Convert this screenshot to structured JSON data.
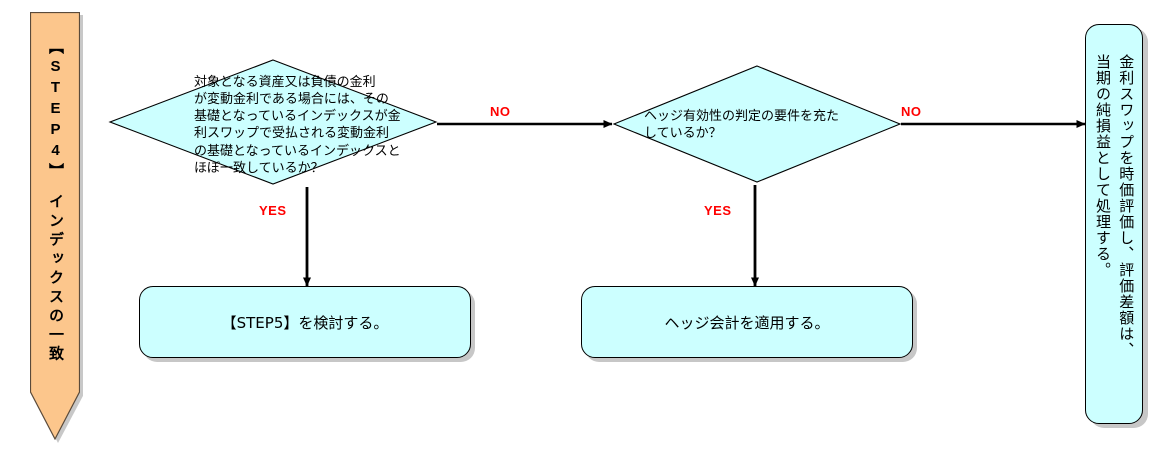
{
  "diagram": {
    "title_banner": {
      "label": "【STEP4】　インデックスの一致",
      "color": "#fcc68c"
    },
    "decisions": [
      {
        "id": "decision-index-match",
        "text": "対象となる資産又は負債の金利\nが変動金利である場合には、その\n基礎となっているインデックスが金\n利スワップで受払される変動金利\nの基礎となっているインデックスと\nほぼ一致しているか？",
        "fill": "#ccffff"
      },
      {
        "id": "decision-hedge-effectiveness",
        "text": "ヘッジ有効性の判定の要件を充た\nしているか？",
        "fill": "#ccffff"
      }
    ],
    "outcomes": [
      {
        "id": "outcome-step5",
        "text": "【STEP5】を検討する。",
        "fill": "#ccffff"
      },
      {
        "id": "outcome-hedge-accounting",
        "text": "ヘッジ会計を適用する。",
        "fill": "#ccffff"
      },
      {
        "id": "outcome-fair-value",
        "text": "金利スワップを時価評価し、評価差額は、\n当期の純損益として処理する。",
        "fill": "#ccffff"
      }
    ],
    "connectors": [
      {
        "id": "no-1",
        "label": "NO",
        "color": "#ff0000"
      },
      {
        "id": "yes-1",
        "label": "YES",
        "color": "#ff0000"
      },
      {
        "id": "no-2",
        "label": "NO",
        "color": "#ff0000"
      },
      {
        "id": "yes-2",
        "label": "YES",
        "color": "#ff0000"
      }
    ]
  }
}
